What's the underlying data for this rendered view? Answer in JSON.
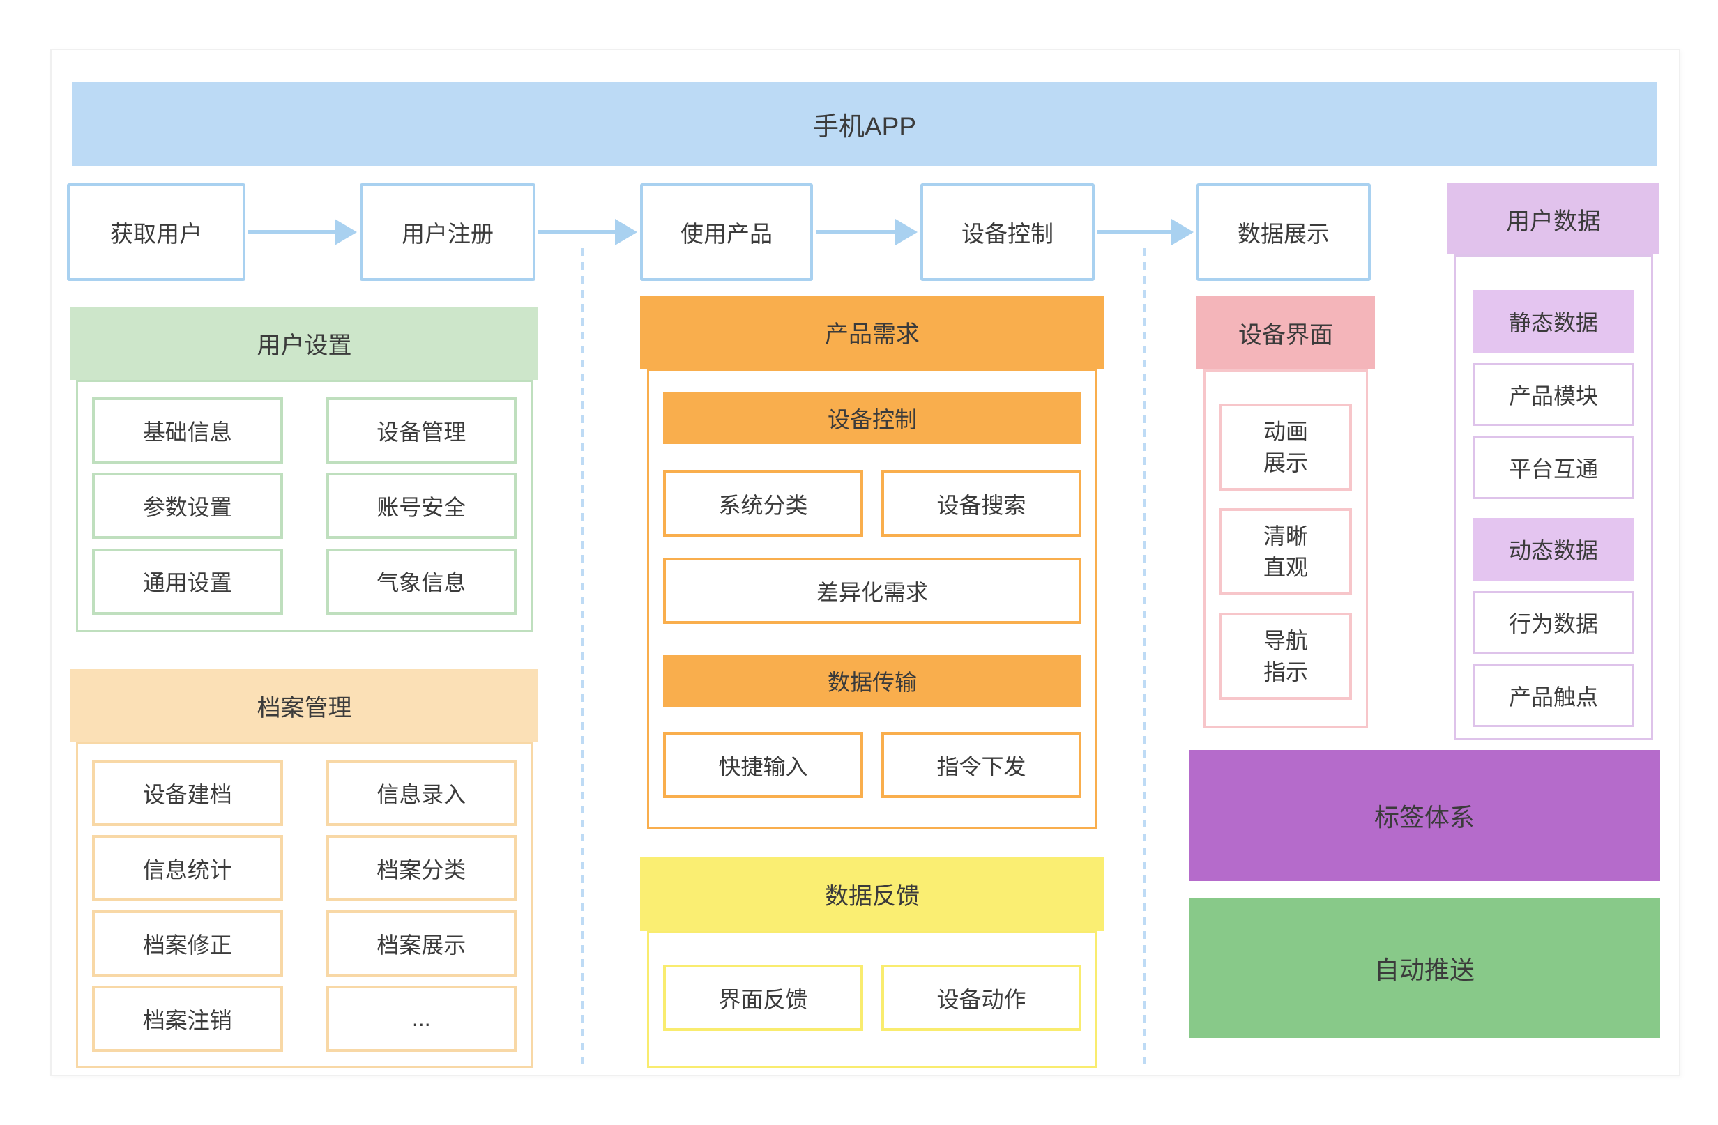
{
  "banner": {
    "title": "手机APP"
  },
  "flow": {
    "steps": [
      "获取用户",
      "用户注册",
      "使用产品",
      "设备控制",
      "数据展示"
    ]
  },
  "sections": {
    "user_settings": {
      "title": "用户设置",
      "items": [
        "基础信息",
        "设备管理",
        "参数设置",
        "账号安全",
        "通用设置",
        "气象信息"
      ]
    },
    "archive_management": {
      "title": "档案管理",
      "items": [
        "设备建档",
        "信息录入",
        "信息统计",
        "档案分类",
        "档案修正",
        "档案展示",
        "档案注销",
        "..."
      ]
    },
    "product_requirements": {
      "title": "产品需求",
      "device_control_header": "设备控制",
      "device_control_items": [
        "系统分类",
        "设备搜索"
      ],
      "wide_item": "差异化需求",
      "data_transfer_header": "数据传输",
      "data_transfer_items": [
        "快捷输入",
        "指令下发"
      ]
    },
    "data_feedback": {
      "title": "数据反馈",
      "items": [
        "界面反馈",
        "设备动作"
      ]
    },
    "device_interface": {
      "title": "设备界面",
      "items": [
        "动画\n展示",
        "清晰\n直观",
        "导航\n指示"
      ]
    },
    "user_data": {
      "title": "用户数据",
      "items": [
        "静态数据",
        "产品模块",
        "平台互通",
        "动态数据",
        "行为数据",
        "产品触点"
      ]
    },
    "tag_system": {
      "title": "标签体系"
    },
    "auto_push": {
      "title": "自动推送"
    }
  },
  "colors": {
    "banner_blue": "#BCDAF5",
    "flow_border_blue": "#A9D1F0",
    "dotted_blue": "#BEDBF5",
    "green_header": "#CDE6CA",
    "green_border": "#BFDFBE",
    "peach_header": "#FBE0B6",
    "peach_border": "#F8D8A6",
    "orange_solid": "#F9AE4D",
    "yellow_header": "#FAEE72",
    "yellow_border": "#F9EC6F",
    "pink_header": "#F4B5BA",
    "pink_border": "#F7C6CA",
    "purple_header": "#E1C2EC",
    "purple_solid": "#E4C5F0",
    "purple_border": "#DEC3EA",
    "deep_purple": "#B56BCB",
    "push_green": "#88C989",
    "text": "#3B3B3B"
  }
}
